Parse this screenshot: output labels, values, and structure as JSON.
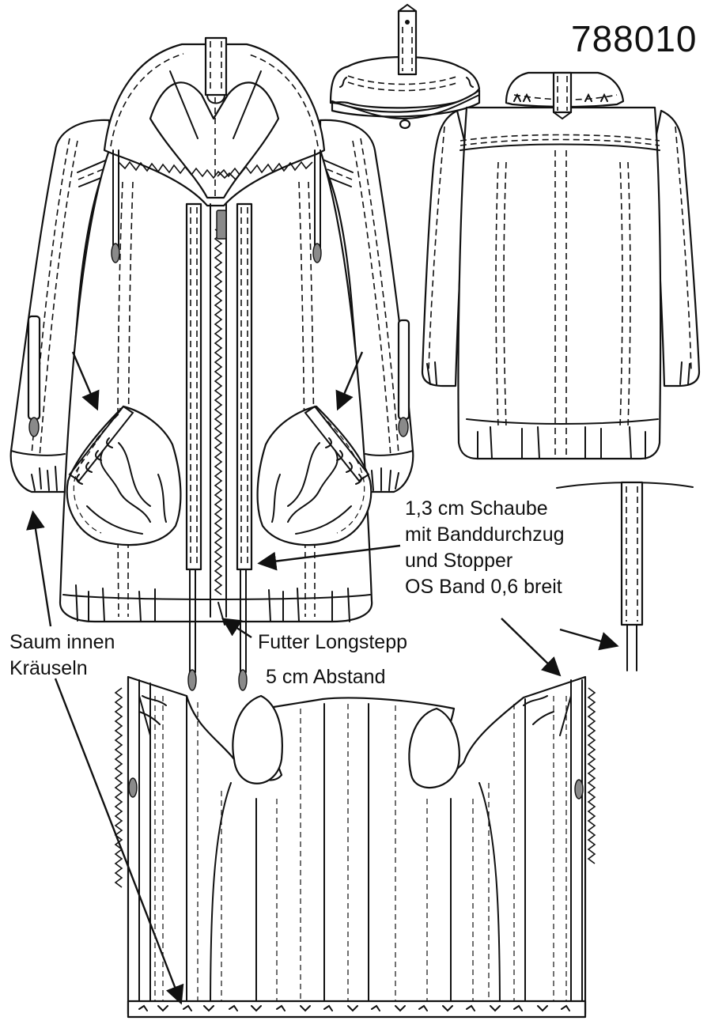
{
  "style_number": "788010",
  "annotations": {
    "schaube": [
      "1,3 cm Schaube",
      "mit Banddurchzug",
      "und Stopper",
      "OS Band 0,6 breit"
    ],
    "saum": [
      "Saum innen",
      "Kräuseln"
    ],
    "futter": [
      "Futter Longstepp",
      "5 cm Abstand"
    ]
  }
}
